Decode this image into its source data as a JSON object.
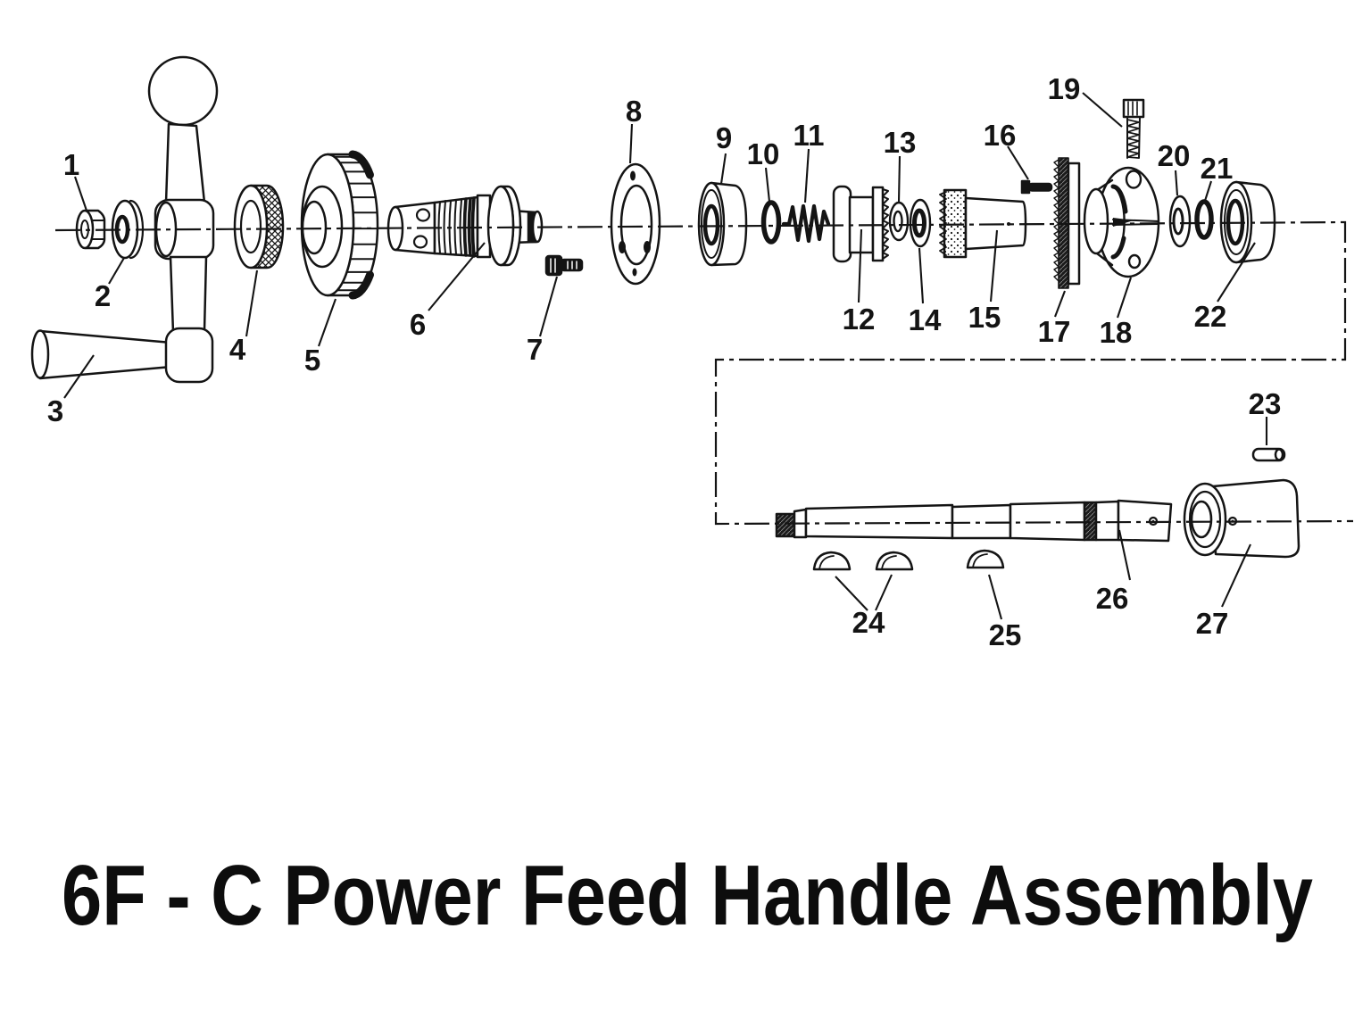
{
  "title": "6F - C Power Feed Handle Assembly",
  "callouts": [
    "1",
    "2",
    "3",
    "4",
    "5",
    "6",
    "7",
    "8",
    "9",
    "10",
    "11",
    "12",
    "13",
    "14",
    "15",
    "16",
    "17",
    "18",
    "19",
    "20",
    "21",
    "22",
    "23",
    "24",
    "25",
    "26",
    "27"
  ]
}
